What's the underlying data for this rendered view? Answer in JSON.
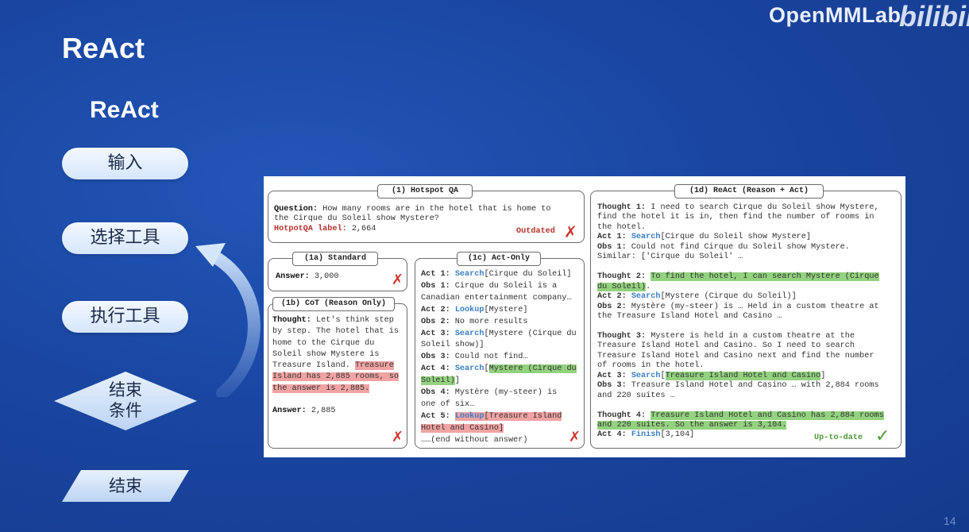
{
  "slide": {
    "title": "ReAct",
    "brand": "OpenMMLab",
    "bili_logo": "bilibili",
    "page_number": "14"
  },
  "flow": {
    "title": "ReAct",
    "steps": [
      "输入",
      "选择工具",
      "执行工具"
    ],
    "decision": [
      "结束",
      "条件"
    ],
    "end": "结束"
  },
  "figure": {
    "hotpot": {
      "title": "(1) Hotspot QA",
      "question_label": "Question:",
      "question_lines": [
        " How many rooms are in the hotel that is home to",
        "the Cirque du Soleil show Mystere?"
      ],
      "label_key": "HotpotQA label:",
      "label_val": " 2,664",
      "outdated": "Outdated"
    },
    "standard": {
      "title": "(1a) Standard",
      "answer_key": "Answer:",
      "answer_val": " 3,000"
    },
    "cot": {
      "title": "(1b) CoT (Reason Only)",
      "lines": [
        [
          "Thought:",
          " Let's think step"
        ],
        [
          "",
          "by step. The hotel that is"
        ],
        [
          "",
          "home to the Cirque du"
        ],
        [
          "",
          "Soleil show Mystere is"
        ],
        [
          "",
          "Treasure Island. "
        ]
      ],
      "hl_lines": [
        "Treasure",
        "Island has 2,885 rooms, so",
        "the answer is 2,885."
      ],
      "answer_key": "Answer:",
      "answer_val": " 2,885"
    },
    "actonly": {
      "title": "(1c) Act-Only",
      "rows": [
        {
          "k": "Act 1:",
          "a": "Search",
          "r": "[Cirque du Soleil]"
        },
        {
          "k": "Obs 1:",
          "r": " Cirque du Soleil is a"
        },
        {
          "k": "",
          "r": "Canadian entertainment company…"
        },
        {
          "k": "Act 2:",
          "a": "Lookup",
          "r": "[Mystere]"
        },
        {
          "k": "Obs 2:",
          "r": " No more results"
        },
        {
          "k": "Act 3:",
          "a": "Search",
          "r": "[Mystere (Cirque du"
        },
        {
          "k": "",
          "r": "Soleil show)]"
        },
        {
          "k": "Obs 3:",
          "r": " Could not find…"
        },
        {
          "k": "Act 4:",
          "a": "Search",
          "g": "Mystere (Cirque du"
        },
        {
          "k": "",
          "g": "Soleil)",
          "r": "]"
        },
        {
          "k": "Obs 4:",
          "r": " Mystère (my-steer)  is"
        },
        {
          "k": "",
          "r": "one of six…"
        },
        {
          "k": "Act 5:",
          "ah": "Lookup",
          "h": "[Treasure Island"
        },
        {
          "k": "",
          "h": "Hotel and Casino]"
        },
        {
          "k": "",
          "r": "……(end without answer)"
        }
      ]
    },
    "react": {
      "title": "(1d) ReAct (Reason + Act)",
      "rows": [
        {
          "k": "Thought 1:",
          "r": " I need to search Cirque du Soleil show Mystere,"
        },
        {
          "k": "",
          "r": "find the hotel it is in, then find the number of rooms in"
        },
        {
          "k": "",
          "r": "the hotel."
        },
        {
          "k": "Act 1:",
          "a": "Search",
          "r": "[Cirque du Soleil show Mystere]"
        },
        {
          "k": "Obs 1:",
          "r": " Could not find Cirque du Soleil show Mystere."
        },
        {
          "k": "",
          "r": "Similar: ['Cirque du Soleil' …"
        },
        {
          "k": "",
          "r": ""
        },
        {
          "k": "Thought 2:",
          "g": "To find the hotel, I can search Mystere (Cirque"
        },
        {
          "k": "",
          "g": "du Soleil)",
          "r": "."
        },
        {
          "k": "Act 2:",
          "a": "Search",
          "r": "[Mystere (Cirque du Soleil)]"
        },
        {
          "k": "Obs 2:",
          "r": " Mystère (my-steer)  is …  Held in a custom theatre  at"
        },
        {
          "k": "",
          "r": "the Treasure Island Hotel and Casino …"
        },
        {
          "k": "",
          "r": ""
        },
        {
          "k": "Thought 3:",
          "r": " Mystere is held in a custom theatre at the"
        },
        {
          "k": "",
          "r": "Treasure Island Hotel and Casino. So I need to search"
        },
        {
          "k": "",
          "r": "Treasure Island Hotel and Casino next and find the number"
        },
        {
          "k": "",
          "r": "of rooms in the hotel."
        },
        {
          "k": "Act 3:",
          "a": "Search",
          "g": "Treasure Island Hotel and Casino",
          "r": "]"
        },
        {
          "k": "Obs 3:",
          "r": " Treasure Island Hotel and Casino …  with 2,884 rooms"
        },
        {
          "k": "",
          "r": "and 220 suites …"
        },
        {
          "k": "",
          "r": ""
        },
        {
          "k": "Thought 4:",
          "g": "Treasure Island Hotel and Casino has 2,884 rooms"
        },
        {
          "k": "",
          "g": "and 220 suites. So the answer is 3,104."
        },
        {
          "k": "Act 4:",
          "a": "Finish",
          "r": "[3,104]"
        }
      ],
      "uptodate": "Up-to-date"
    }
  }
}
